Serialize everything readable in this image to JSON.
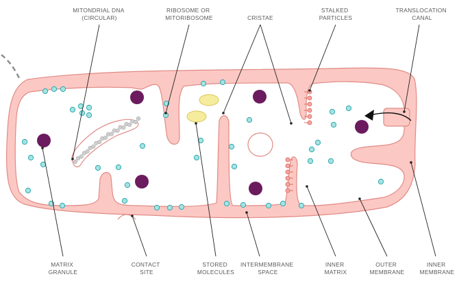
{
  "labels": {
    "mito_dna_l1": "MITONDRIAL DNA",
    "mito_dna_l2": "(CIRCULAR)",
    "ribosome_l1": "RIBOSOME OR",
    "ribosome_l2": "MITORIBOSOME",
    "cristae": "CRISTAE",
    "stalked_l1": "STALKED",
    "stalked_l2": "PARTICLES",
    "transloc_l1": "TRANSLOCATION",
    "transloc_l2": "CANAL",
    "matrix_granule_l1": "MATRIX",
    "matrix_granule_l2": "GRANULE",
    "contact_l1": "CONTACT",
    "contact_l2": "SITE",
    "stored_l1": "STORED",
    "stored_l2": "MOLECULES",
    "intermembrane_l1": "INTERMEMBRANE",
    "intermembrane_l2": "SPACE",
    "inner_matrix_l1": "INNER",
    "inner_matrix_l2": "MATRIX",
    "outer_membrane_l1": "OUTER",
    "outer_membrane_l2": "MEMBRANE",
    "inner_membrane_l1": "INNER",
    "inner_membrane_l2": "MEMBRANE"
  },
  "colors": {
    "membrane_fill": "#fcc8c4",
    "membrane_stroke": "#e08a84",
    "ribosome": "#a7e3e2",
    "granule": "#6b1b5e",
    "stored_molecule": "#f6ec9e"
  }
}
